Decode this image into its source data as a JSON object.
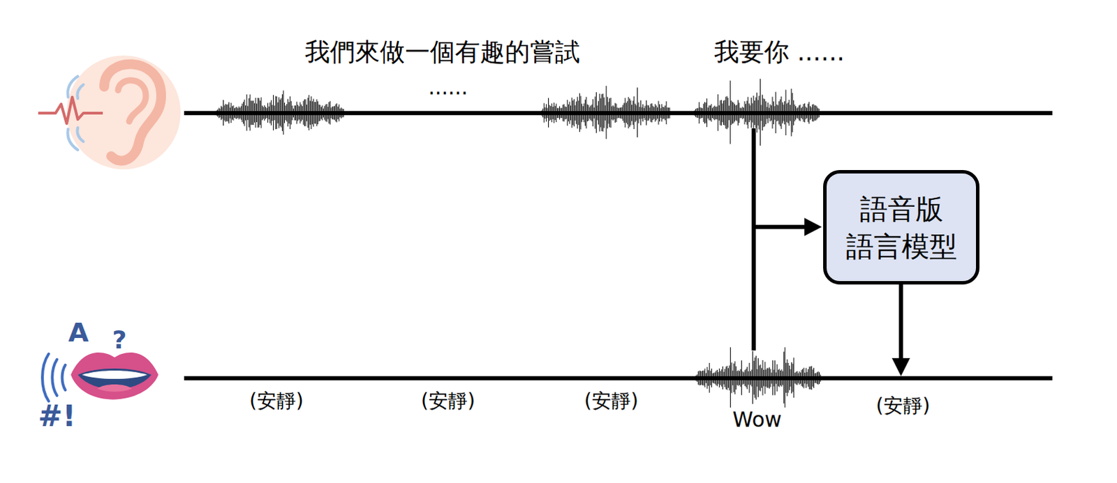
{
  "diagram": {
    "nodes": [
      {
        "text": [
          "語音版 語言模型"
        ]
      }
    ],
    "labels": [
      "我們來做一個有趣的嘗試",
      "......",
      "我要你 ......",
      "(安靜)",
      "(安靜)",
      "(安靜)",
      "Wow",
      "(安靜)",
      "A",
      "?",
      "#!"
    ]
  }
}
